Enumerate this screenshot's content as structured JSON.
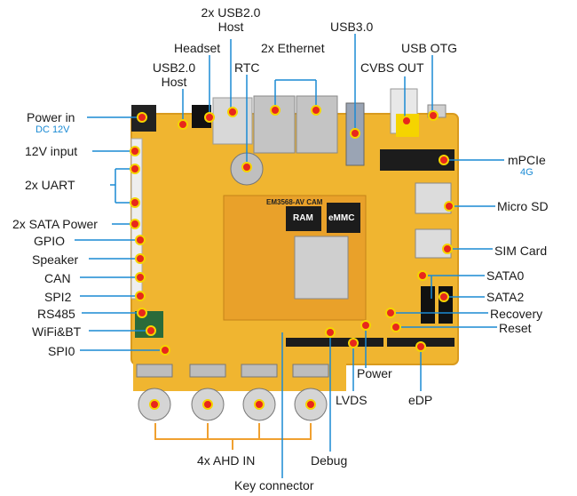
{
  "labels": {
    "usb20_host_top": "2x USB2.0",
    "usb20_host_top_2": "Host",
    "usb30": "USB3.0",
    "headset": "Headset",
    "ethernet": "2x Ethernet",
    "usb_otg": "USB OTG",
    "usb20_host_left": "USB2.0",
    "usb20_host_left_2": "Host",
    "rtc": "RTC",
    "cvbs_out": "CVBS OUT",
    "power_in": "Power in",
    "power_in_sub": "DC 12V",
    "input_12v": "12V input",
    "uart": "2x UART",
    "sata_power": "2x SATA Power",
    "gpio": "GPIO",
    "speaker": "Speaker",
    "can": "CAN",
    "spi2": "SPI2",
    "rs485": "RS485",
    "wifi_bt": "WiFi&BT",
    "spi0": "SPI0",
    "mpcie": "mPCIe",
    "mpcie_sub": "4G",
    "micro_sd": "Micro SD",
    "sim_card": "SIM Card",
    "sata0": "SATA0",
    "sata2": "SATA2",
    "recovery": "Recovery",
    "reset": "Reset",
    "power": "Power",
    "lvds": "LVDS",
    "edp": "eDP",
    "debug": "Debug",
    "ahd_in": "4x AHD IN",
    "key_connector": "Key connector"
  },
  "chips": {
    "ram": "RAM",
    "emmc": "eMMC",
    "module": "EM3568-AV CAM"
  },
  "colors": {
    "board": "#f0b530",
    "board_edge": "#d99a1e",
    "leader_blue": "#1a8ad4",
    "bnc_line": "#f0a030",
    "marker": "#e8271c",
    "marker_ring": "#f5d400"
  }
}
